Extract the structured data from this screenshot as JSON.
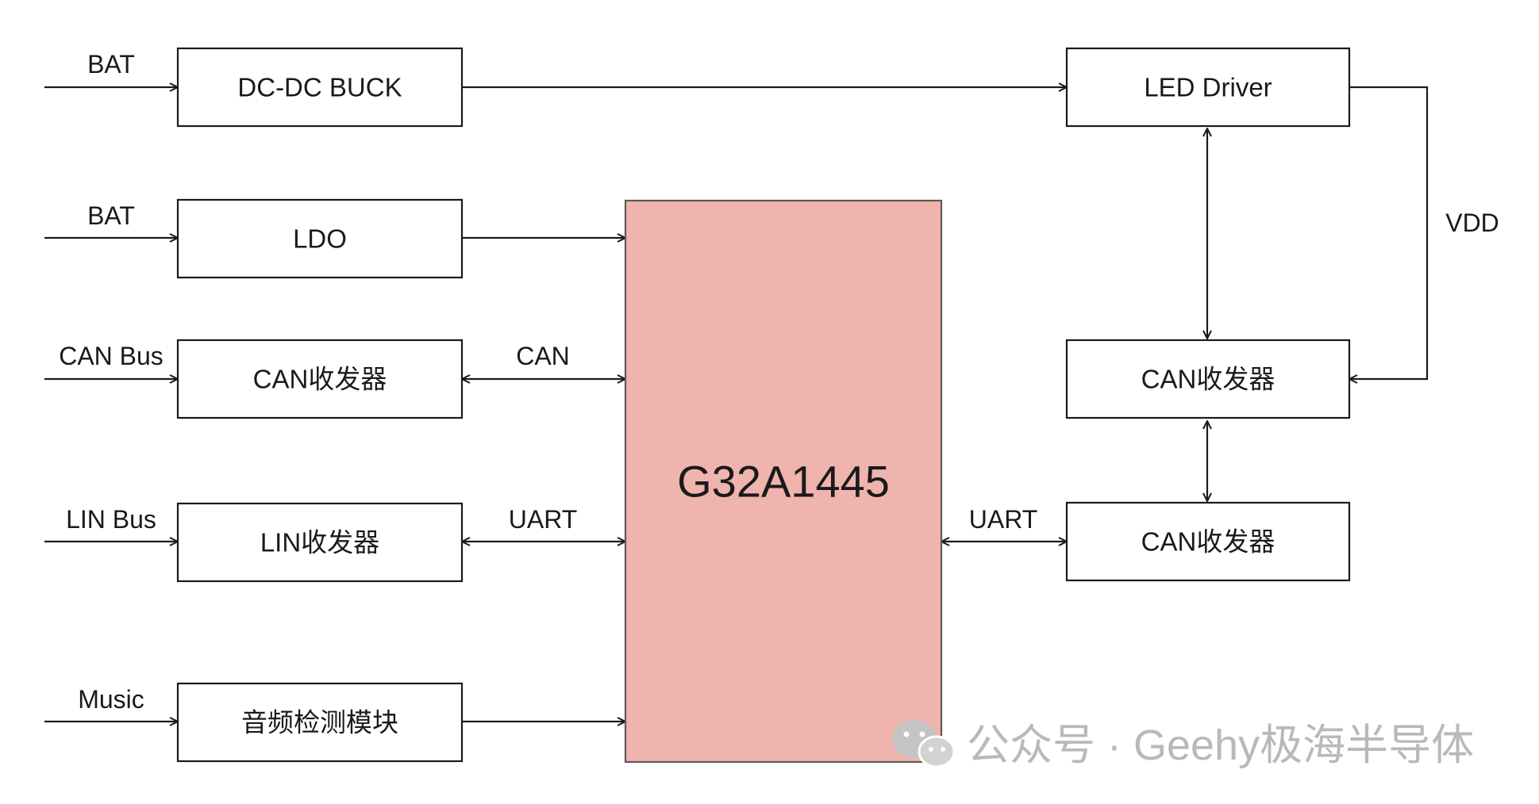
{
  "mcu": {
    "label": "G32A1445"
  },
  "left_blocks": {
    "buck": "DC-DC BUCK",
    "ldo": "LDO",
    "can": "CAN收发器",
    "lin": "LIN收发器",
    "music": "音频检测模块"
  },
  "right_blocks": {
    "led": "LED Driver",
    "can_top": "CAN收发器",
    "can_bottom": "CAN收发器"
  },
  "inputs": {
    "bat1": "BAT",
    "bat2": "BAT",
    "can_bus": "CAN Bus",
    "lin_bus": "LIN Bus",
    "music": "Music"
  },
  "links": {
    "can": "CAN",
    "uart_left": "UART",
    "uart_right": "UART",
    "vdd": "VDD"
  },
  "watermark": {
    "text": "公众号 · Geehy极海半导体",
    "icon": "wechat-icon"
  },
  "colors": {
    "mcu_fill": "#efb4ad",
    "line": "#1a1a1a",
    "watermark": "#b9b9b9"
  }
}
